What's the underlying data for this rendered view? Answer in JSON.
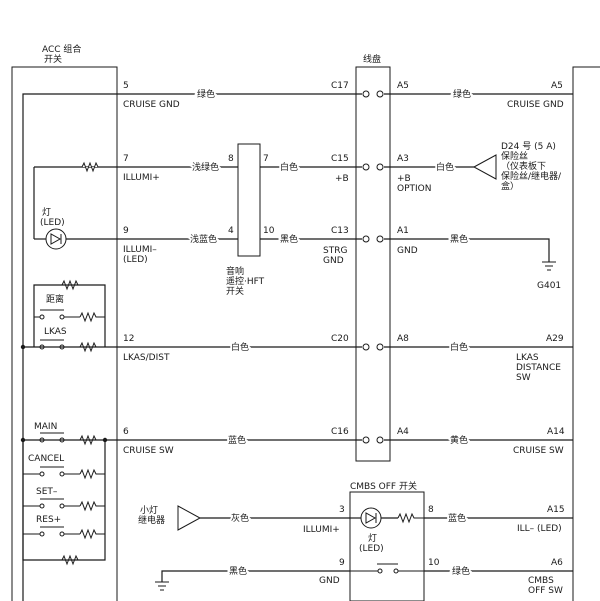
{
  "acc": {
    "title1": "ACC 组合",
    "title2": "开关"
  },
  "xianpan": {
    "title": "线盘"
  },
  "hft": {
    "l1": "音响",
    "l2": "遥控·HFT",
    "l3": "开关"
  },
  "cmbs": {
    "title": "CMBS OFF 开关",
    "lamp1": "灯",
    "lamp2": "(LED)"
  },
  "lamp": {
    "l1": "灯",
    "l2": "(LED)"
  },
  "switches": {
    "juli": "距离",
    "lkas": "LKAS",
    "main": "MAIN",
    "cancel": "CANCEL",
    "set": "SET–",
    "res": "RES+"
  },
  "fuse": {
    "l1": "D24 号 (5 A)",
    "l2": "保险丝",
    "l3": "（仪表板下",
    "l4": "保险丝/继电器/",
    "l5": "盒）"
  },
  "small_relay": {
    "l1": "小灯",
    "l2": "继电器"
  },
  "ground": {
    "g401": "G401"
  },
  "rows": {
    "r1": {
      "pin": "5",
      "sig": "CRUISE GND",
      "color_l": "绿色",
      "conn": "C17",
      "a": "A5",
      "color_r": "绿色",
      "rpin": "A5",
      "rsig": "CRUISE GND"
    },
    "r2": {
      "pin": "7",
      "sig": "ILLUMI+",
      "color_l": "浅绿色",
      "h8": "8",
      "h7": "7",
      "color_m": "白色",
      "conn": "C15",
      "bl": "+B",
      "a": "A3",
      "ab1": "+B",
      "ab2": "OPTION",
      "color_r": "白色"
    },
    "r3": {
      "pin": "9",
      "sig1": "ILLUMI–",
      "sig2": "(LED)",
      "color_l": "浅蓝色",
      "h4": "4",
      "h10": "10",
      "color_m": "黑色",
      "conn": "C13",
      "bl1": "STRG",
      "bl2": "GND",
      "a": "A1",
      "ab": "GND",
      "color_r": "黑色"
    },
    "r4": {
      "pin": "12",
      "sig": "LKAS/DIST",
      "color_l": "白色",
      "conn": "C20",
      "a": "A8",
      "color_r": "白色",
      "rpin": "A29",
      "rs1": "LKAS",
      "rs2": "DISTANCE",
      "rs3": "SW"
    },
    "r5": {
      "pin": "6",
      "sig": "CRUISE SW",
      "color_l": "蓝色",
      "conn": "C16",
      "a": "A4",
      "color_r": "黄色",
      "rpin": "A14",
      "rsig": "CRUISE SW"
    },
    "r6": {
      "color_l": "灰色",
      "pin3": "3",
      "sig": "ILLUMI+",
      "pin8": "8",
      "color_r": "蓝色",
      "rpin": "A15",
      "rsig": "ILL– (LED)"
    },
    "r7": {
      "color_l": "黑色",
      "pin9": "9",
      "sig": "GND",
      "pin10": "10",
      "color_r": "绿色",
      "rpin": "A6",
      "rs1": "CMBS",
      "rs2": "OFF SW"
    }
  }
}
